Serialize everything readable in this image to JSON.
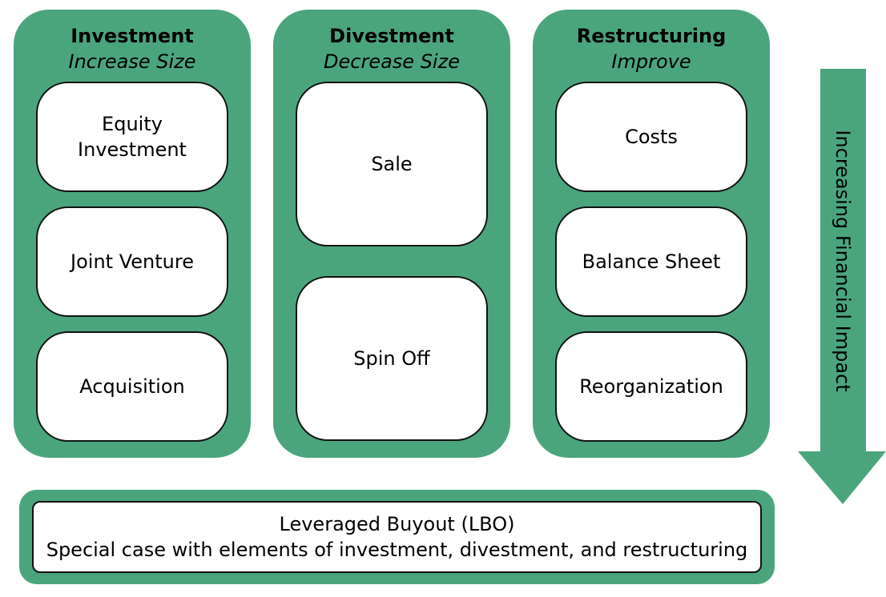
{
  "colors": {
    "green": "#4aa57d",
    "border": "#111111"
  },
  "columns": [
    {
      "title": "Investment",
      "subtitle": "Increase Size",
      "items": [
        "Equity Investment",
        "Joint Venture",
        "Acquisition"
      ]
    },
    {
      "title": "Divestment",
      "subtitle": "Decrease Size",
      "items": [
        "Sale",
        "Spin Off"
      ]
    },
    {
      "title": "Restructuring",
      "subtitle": "Improve",
      "items": [
        "Costs",
        "Balance Sheet",
        "Reorganization"
      ]
    }
  ],
  "lbo": {
    "line1": "Leveraged Buyout (LBO)",
    "line2": "Special case with elements of investment, divestment, and restructuring"
  },
  "arrow": {
    "label": "Increasing Financial Impact",
    "icon": "down-arrow-icon"
  }
}
